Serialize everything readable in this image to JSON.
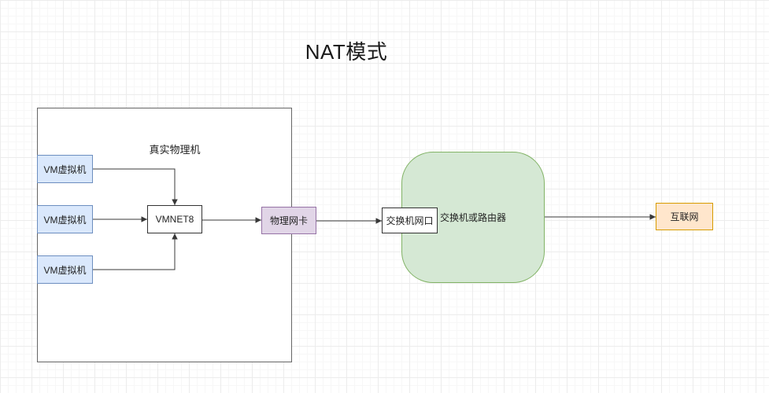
{
  "title": "NAT模式",
  "diagram": {
    "physical_host": {
      "label": "真实物理机"
    },
    "vms": [
      {
        "label": "VM虚拟机"
      },
      {
        "label": "VM虚拟机"
      },
      {
        "label": "VM虚拟机"
      }
    ],
    "vmnet": {
      "label": "VMNET8"
    },
    "nic": {
      "label": "物理网卡"
    },
    "switch_port": {
      "label": "交换机网口"
    },
    "router": {
      "label": "交换机或路由器"
    },
    "internet": {
      "label": "互联网"
    }
  },
  "colors": {
    "vm_fill": "#dae8fc",
    "vm_border": "#6c8ebf",
    "nic_fill": "#e1d5e7",
    "nic_border": "#9673a6",
    "router_fill": "#d5e8d4",
    "router_border": "#82b366",
    "internet_fill": "#ffe6cc",
    "internet_border": "#d79b00",
    "connector": "#383838",
    "grid_major": "#ececec",
    "grid_minor": "#f7f7f7"
  }
}
